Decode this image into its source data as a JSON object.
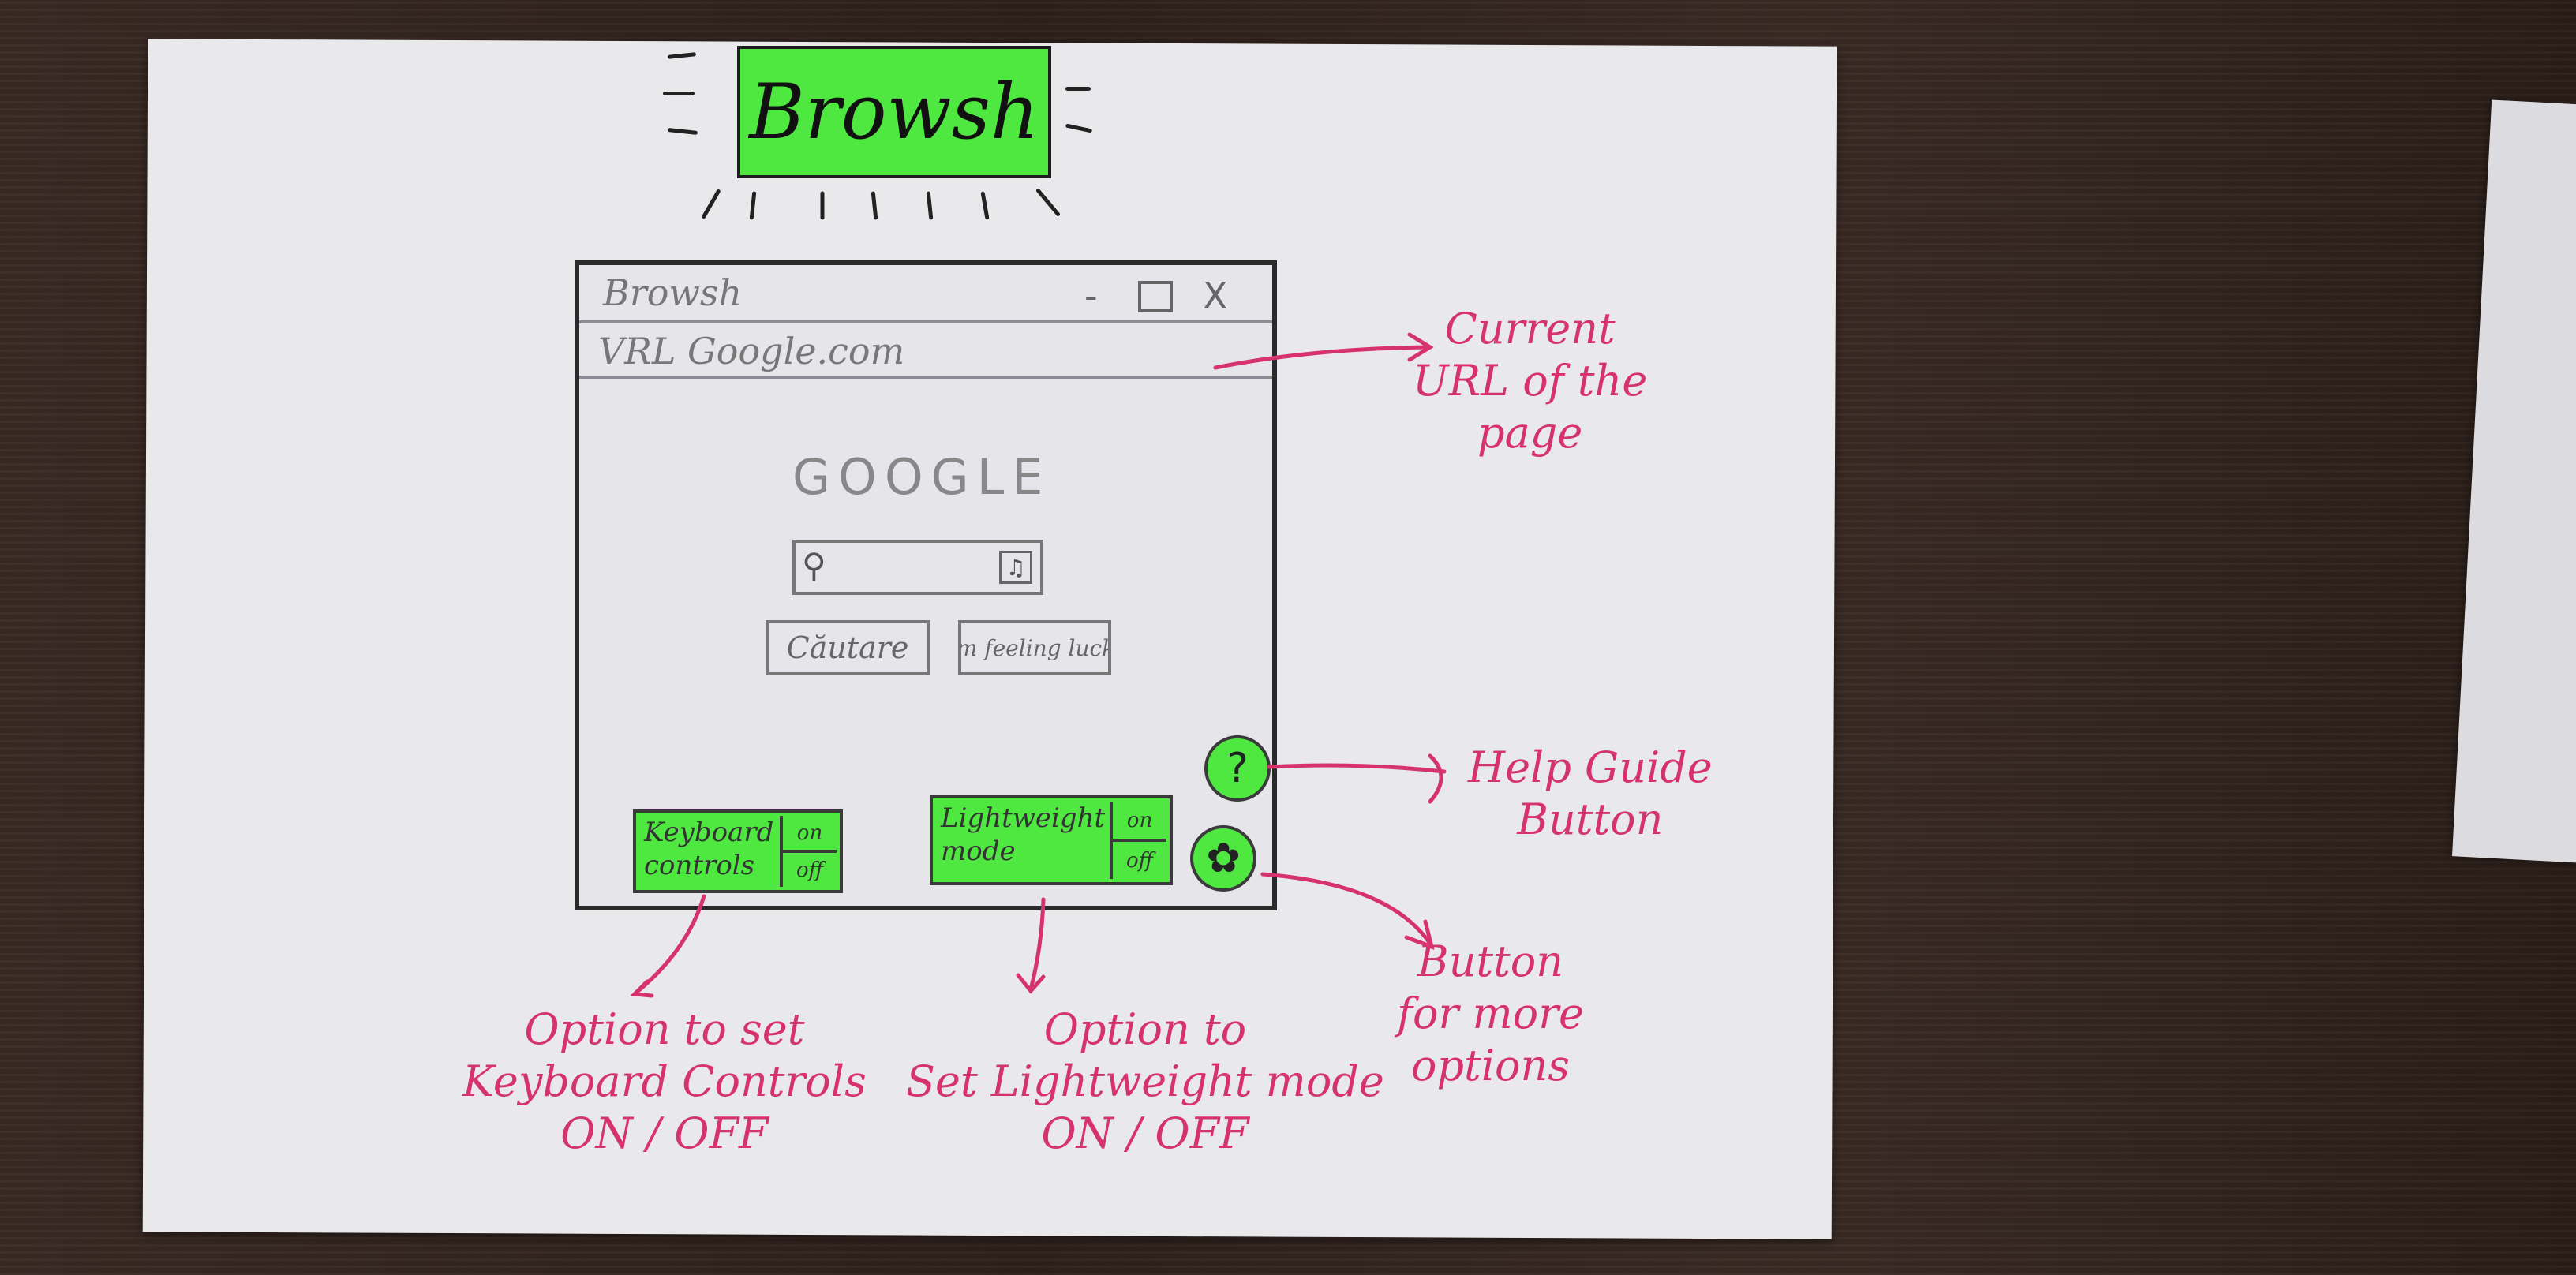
{
  "sketch": {
    "app_title": "Browsh",
    "window": {
      "title": "Browsh",
      "minimize_glyph": "-",
      "close_glyph": "X",
      "url_text": "VRL Google.com"
    },
    "page": {
      "logo": "GOOGLE",
      "search_button": "Căutare",
      "lucky_button": "I'm feeling lucky"
    },
    "toggles": [
      {
        "label": "Keyboard controls",
        "on": "on",
        "off": "off"
      },
      {
        "label": "Lightweight mode",
        "on": "on",
        "off": "off"
      }
    ],
    "help_button_glyph": "?",
    "more_button_glyph": "✿",
    "annotations": {
      "url": [
        "Current",
        "URL of the",
        "page"
      ],
      "help": [
        "Help Guide",
        "Button"
      ],
      "more": [
        "Button",
        "for more",
        "options"
      ],
      "keyboard": [
        "Option to set",
        "Keyboard Controls",
        "ON / OFF"
      ],
      "lightweight": [
        "Option to",
        "Set Lightweight mode",
        "ON / OFF"
      ]
    },
    "colors": {
      "highlight": "#4ee840",
      "annotation_ink": "#d6336c",
      "pencil": "#2a2a2a"
    }
  }
}
